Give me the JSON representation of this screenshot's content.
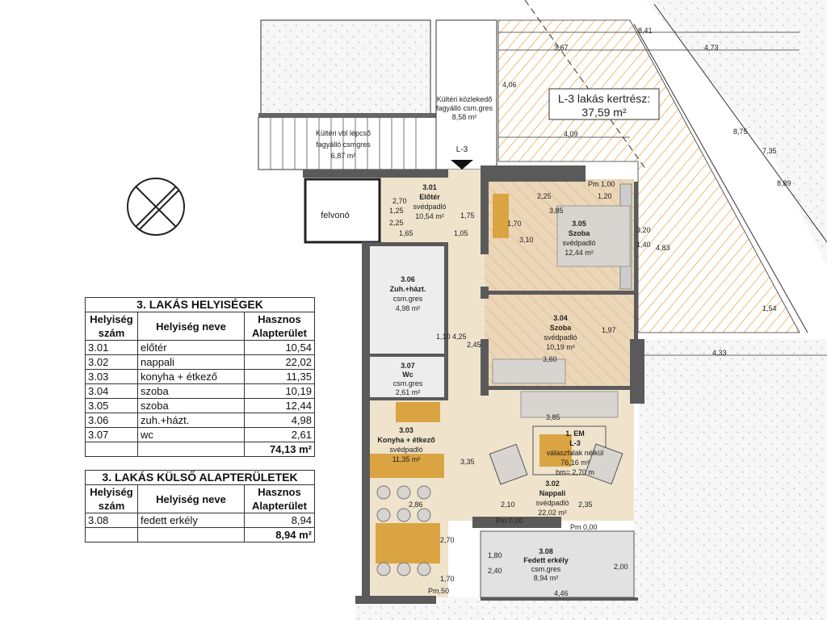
{
  "colors": {
    "wall": "#5a5a5a",
    "floor_beige": "#efe3cc",
    "floor_wood": "#ecd6b8",
    "balcony": "#e2e2e2",
    "hatch": "#f0a64a",
    "furniture": "#d9a441"
  },
  "table_rooms": {
    "title": "3. LAKÁS HELYISÉGEK",
    "headers": [
      "Helyiség szám",
      "Helyiség neve",
      "Hasznos Alapterület"
    ],
    "rows": [
      [
        "3.01",
        "előtér",
        "10,54"
      ],
      [
        "3.02",
        "nappali",
        "22,02"
      ],
      [
        "3.03",
        "konyha + étkező",
        "11,35"
      ],
      [
        "3.04",
        "szoba",
        "10,19"
      ],
      [
        "3.05",
        "szoba",
        "12,44"
      ],
      [
        "3.06",
        "zuh.+házt.",
        "4,98"
      ],
      [
        "3.07",
        "wc",
        "2,61"
      ]
    ],
    "total": "74,13 m²"
  },
  "table_outdoor": {
    "title": "3. LAKÁS KÜLSŐ ALAPTERÜLETEK",
    "headers": [
      "Helyiség szám",
      "Helyiség neve",
      "Hasznos Alapterület"
    ],
    "rows": [
      [
        "3.08",
        "fedett erkély",
        "8,94"
      ]
    ],
    "total": "8,94 m²"
  },
  "plan": {
    "garden": {
      "title": "L-3 lakás kertrész:",
      "area": "37,59 m²"
    },
    "walkway": {
      "name": "Kültéri közlekedő",
      "floor": "fagyálló csm.gres",
      "area": "8,58 m²"
    },
    "stairs": {
      "name": "Kültéri vbl lépcső",
      "floor": "fagyálló csmgres",
      "area": "6,87 m²"
    },
    "elevator": "felvonó",
    "section_mark": "L-3",
    "rooms": [
      {
        "num": "3.01",
        "name": "Előtér",
        "floor": "svédpadló",
        "area": "10,54 m²"
      },
      {
        "num": "3.05",
        "name": "Szoba",
        "floor": "svédpadló",
        "area": "12,44 m²"
      },
      {
        "num": "3.06",
        "name": "Zuh.+házt.",
        "floor": "csm.gres",
        "area": "4,98 m²"
      },
      {
        "num": "3.04",
        "name": "Szoba",
        "floor": "svédpadló",
        "area": "10,19 m²"
      },
      {
        "num": "3.07",
        "name": "Wc",
        "floor": "csm.gres",
        "area": "2,61 m²"
      },
      {
        "num": "3.03",
        "name": "Konyha + étkező",
        "floor": "svédpadló",
        "area": "11,35 m²"
      },
      {
        "num": "3.02",
        "name": "Nappali",
        "floor": "svédpadló",
        "area": "22,02 m²"
      },
      {
        "num": "3.08",
        "name": "Fedett erkély",
        "floor": "csm.gres",
        "area": "8,94 m²"
      }
    ],
    "unit": {
      "floor": "1. EM",
      "code": "L-3",
      "note": "válaszfalak nélkül",
      "area": "76,16 m²",
      "height": "bm= 2,70 m"
    },
    "dims": [
      "8,41",
      "3,67",
      "4,73",
      "4,06",
      "4,09",
      "8,75",
      "7,35",
      "8,89",
      "4,83",
      "1,54",
      "4,33",
      "2,70",
      "1,25",
      "2,25",
      "1,65",
      "1,05",
      "1,75",
      "2,25",
      "1,20",
      "3,85",
      "3,10",
      "1,70",
      "3,20",
      "1,40",
      "3,60",
      "1,97",
      "2,45",
      "4,25",
      "1,10",
      "3,85",
      "3,35",
      "2,86",
      "2,10",
      "2,35",
      "2,70",
      "1,70",
      "4,46",
      "2,00",
      "1,80",
      "2,40",
      "Pm 1,00",
      "Pm 0,00",
      "Pm 0,00",
      "Pm,50"
    ]
  }
}
